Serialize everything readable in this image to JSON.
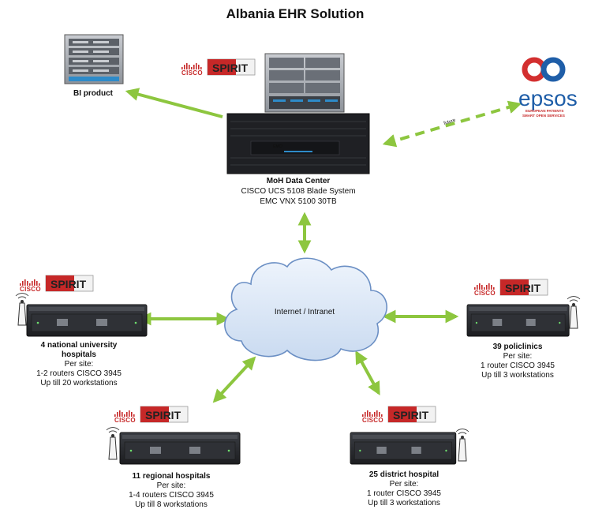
{
  "title": "Albania EHR Solution",
  "bi_product": "BI product",
  "datacenter": {
    "name": "MoH Data Center",
    "line1": "CISCO UCS 5108 Blade System",
    "line2": "EMC VNX 5100 30TB",
    "storage_brand": "EMC²"
  },
  "epsos": {
    "logo_text": "epsos",
    "tagline_1": "EUROPEAN PATIENTS",
    "tagline_2": "SMART OPEN SERVICES",
    "link_label": "future"
  },
  "cloud_label": "Internet / Intranet",
  "logos": {
    "cisco": "CISCO",
    "spirit": "SPIRIT"
  },
  "sites": {
    "national": {
      "name_line1": "4 national university",
      "name_line2": "hospitals",
      "per_site": "Per site:",
      "routers": "1-2 routers CISCO 3945",
      "workstations": "Up till 20 workstations"
    },
    "regional": {
      "name": "11 regional hospitals",
      "per_site": "Per site:",
      "routers": "1-4 routers CISCO 3945",
      "workstations": "Up till 8 workstations"
    },
    "district": {
      "name": "25 district hospital",
      "per_site": "Per site:",
      "routers": "1 router CISCO 3945",
      "workstations": "Up till 3 workstations"
    },
    "policlinics": {
      "name": "39 policlinics",
      "per_site": "Per site:",
      "routers": "1 router CISCO 3945",
      "workstations": "Up till 3 workstations"
    }
  },
  "colors": {
    "arrow": "#8dc63f",
    "dashed_arrow": "#8dc63f",
    "cloud_fill": "#dbe7f6",
    "cloud_stroke": "#6b8fc4",
    "router_body": "#2b2d31",
    "cisco_red": "#c62828",
    "spirit_red": "#c62828",
    "epsos_blue": "#1f5ea8",
    "epsos_red": "#d32f2f"
  }
}
